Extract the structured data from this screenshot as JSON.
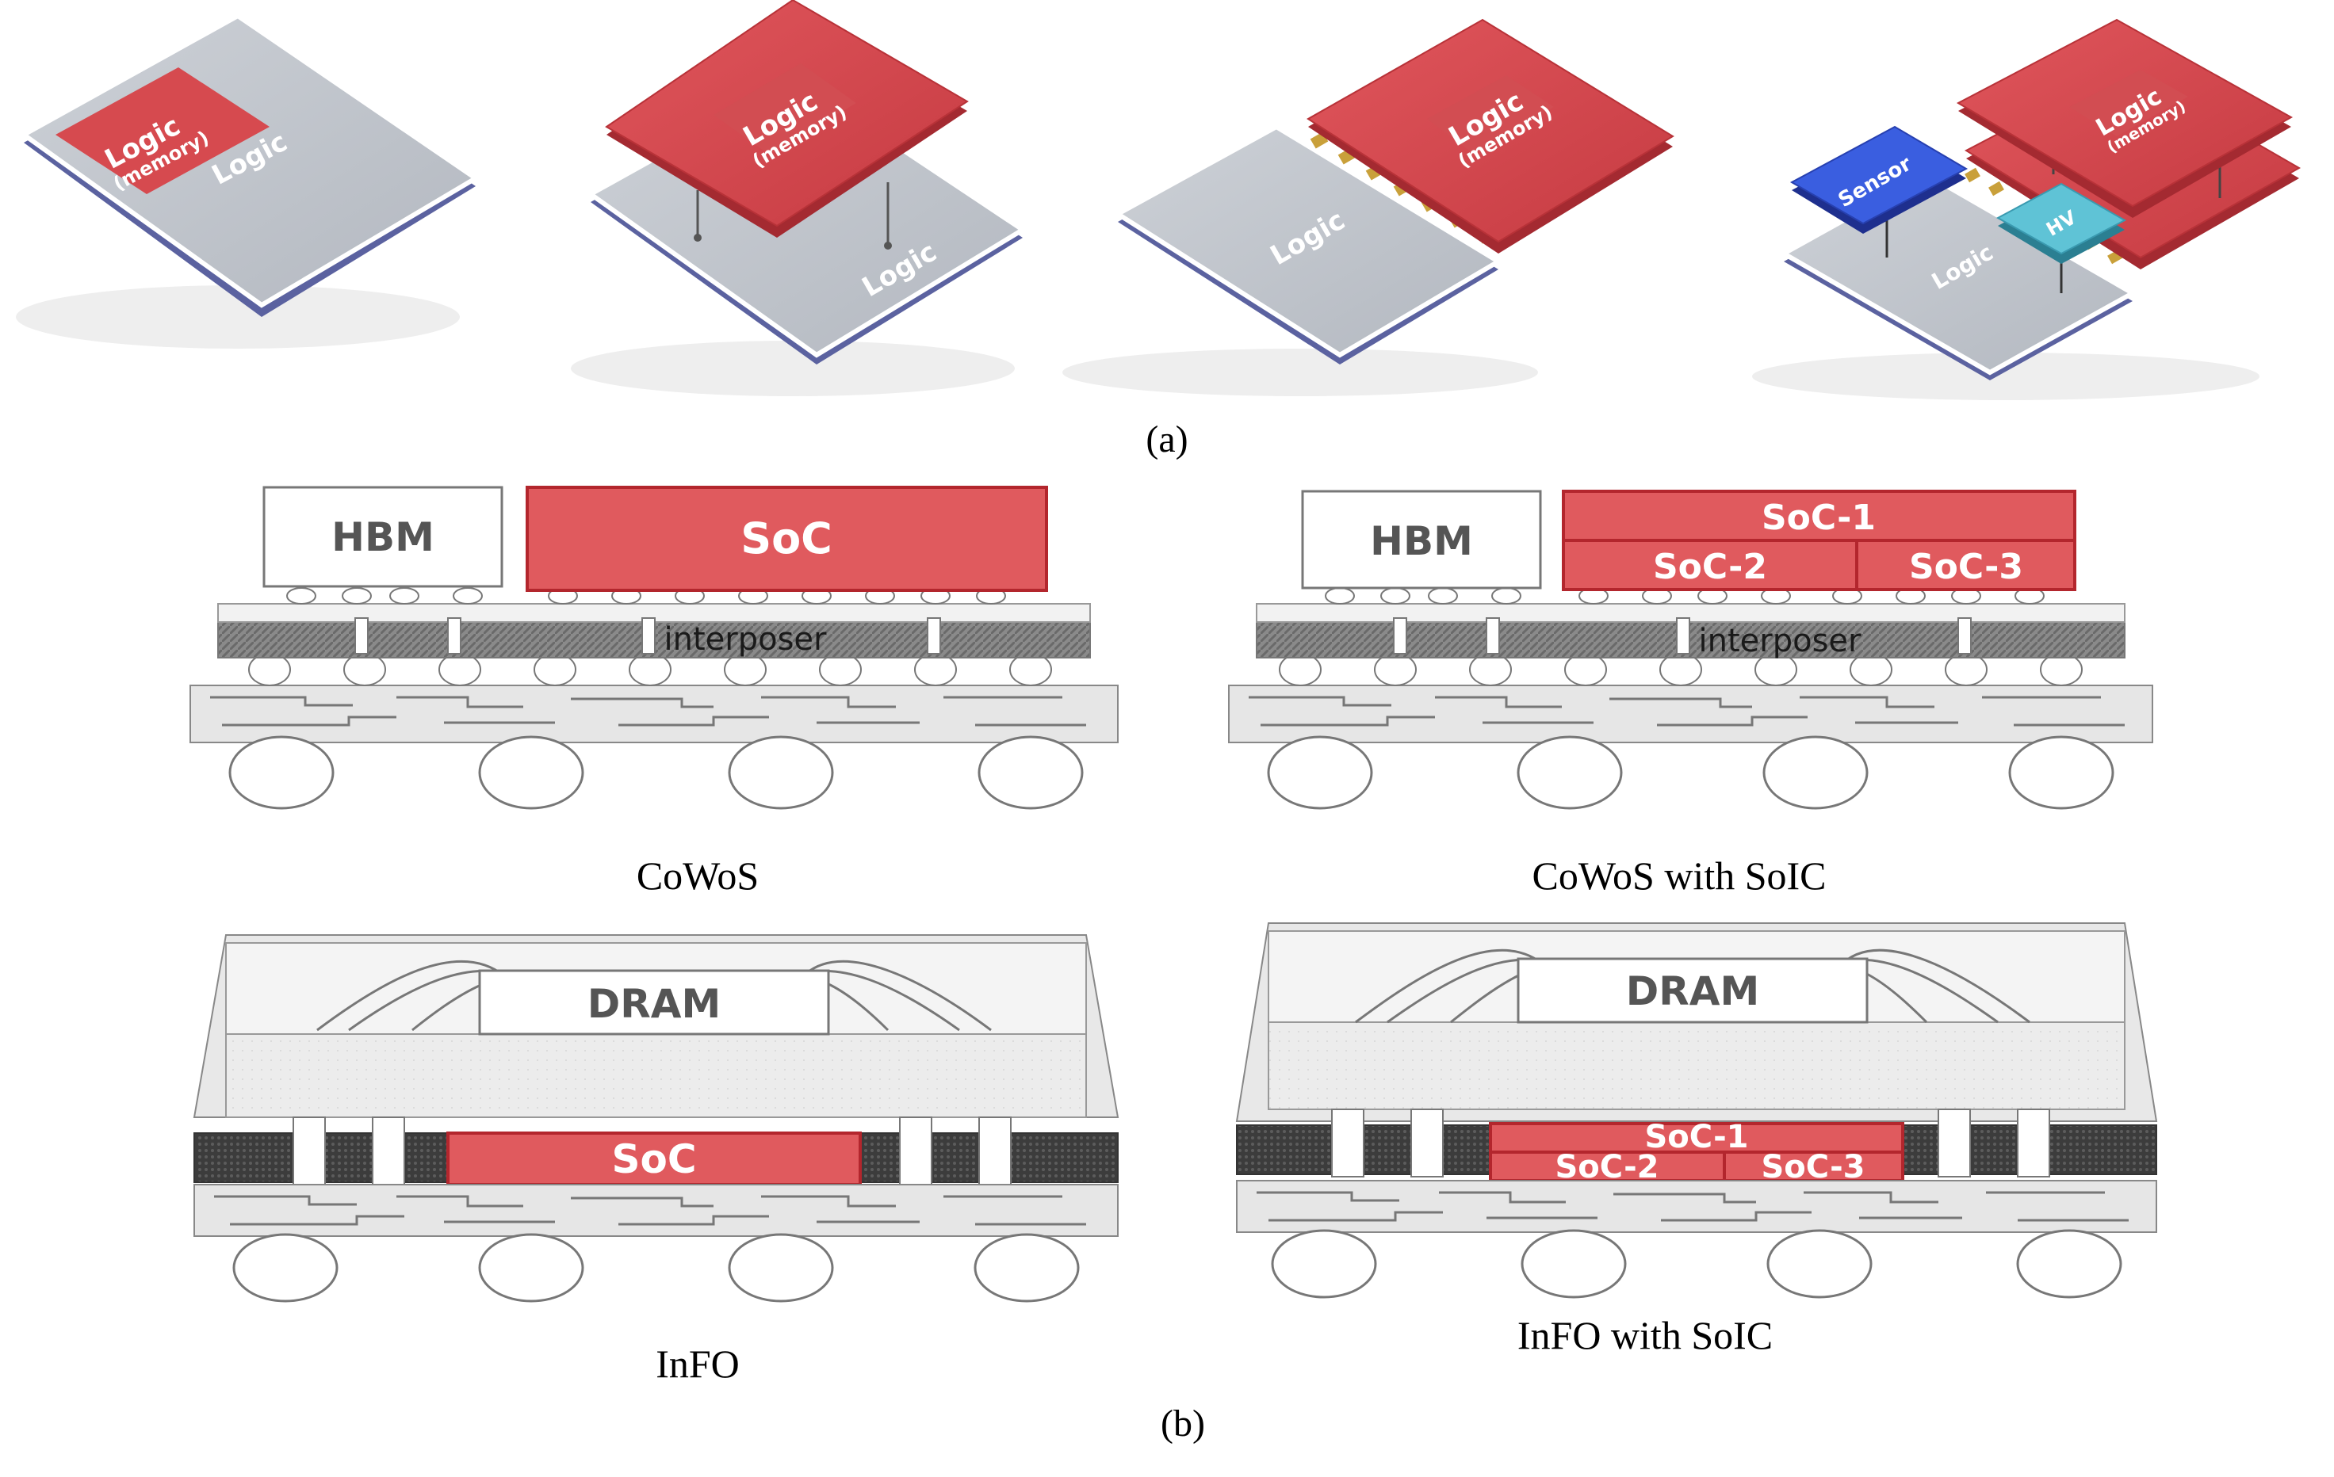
{
  "figure": {
    "captions": {
      "a": "(a)",
      "b": "(b)"
    },
    "colors": {
      "logic_red": "#d64a4f",
      "logic_red_dark": "#a42a31",
      "logic_gray": "#bcc1c8",
      "sensor_blue": "#2f4fd6",
      "hv_cyan": "#4fb4c9",
      "soc_fill": "#e05a5e",
      "package_gray": "#e2e2e2",
      "interposer_gray": "#9a9a9a",
      "mold_dark": "#4a4a4a"
    },
    "panel_a": {
      "chip1": {
        "top_label": "Logic",
        "top_sub": "(memory)",
        "base_label": "Logic"
      },
      "chip2": {
        "top_label": "Logic",
        "top_sub": "(memory)",
        "base_label": "Logic"
      },
      "chip3": {
        "top_label": "Logic",
        "top_sub": "(memory)",
        "base_label": "Logic"
      },
      "chip4": {
        "top_label": "Logic",
        "top_sub": "(memory)",
        "base_label": "Logic",
        "sensor_label": "Sensor",
        "hv_label": "HV"
      }
    },
    "cowos": {
      "hbm": "HBM",
      "soc": "SoC",
      "interposer": "interposer",
      "title": "CoWoS"
    },
    "cowos_soic": {
      "hbm": "HBM",
      "soc1": "SoC-1",
      "soc2": "SoC-2",
      "soc3": "SoC-3",
      "interposer": "interposer",
      "title": "CoWoS with SoIC"
    },
    "info": {
      "dram": "DRAM",
      "soc": "SoC",
      "title": "InFO"
    },
    "info_soic": {
      "dram": "DRAM",
      "soc1": "SoC-1",
      "soc2": "SoC-2",
      "soc3": "SoC-3",
      "title": "InFO with SoIC"
    }
  }
}
